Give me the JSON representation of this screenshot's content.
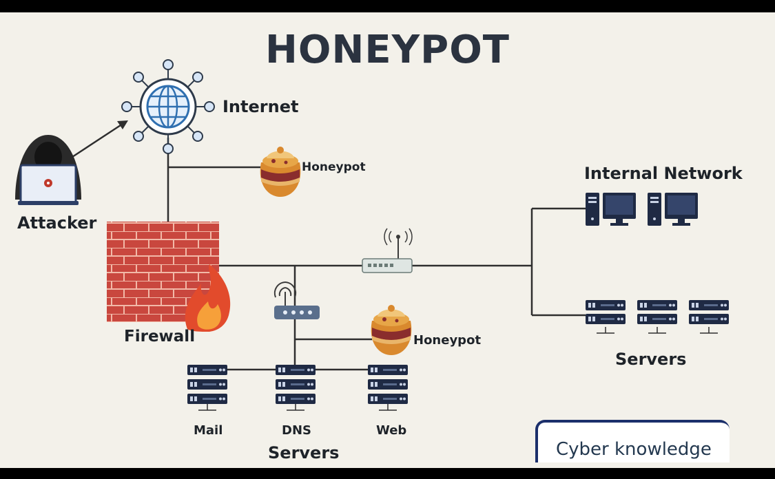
{
  "title": "HONEYPOT",
  "nodes": {
    "internet": "Internet",
    "attacker": "Attacker",
    "honeypot_top": "Honeypot",
    "firewall": "Firewall",
    "internal_network": "Internal Network",
    "servers_right": "Servers",
    "honeypot_mid": "Honeypot",
    "mail": "Mail",
    "dns": "DNS",
    "web": "Web",
    "servers_bottom": "Servers"
  },
  "badge": "Cyber knowledge",
  "colors": {
    "background": "#f3f1ea",
    "title": "#2b3340",
    "line": "#2e2e2e",
    "globe": "#2f6fb0",
    "firewall_brick": "#c9473e",
    "honeypot": "#d9892e",
    "server": "#1f2a44"
  }
}
